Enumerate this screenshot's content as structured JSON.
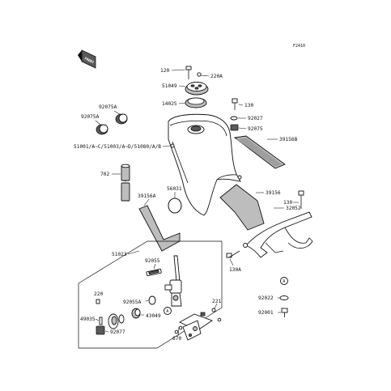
{
  "figure_code": "F2410",
  "front_marker": "FRONT",
  "callout_a": "A",
  "labels": {
    "p120": "120",
    "p220a": "220A",
    "p51049": "51049",
    "p14025": "14025",
    "p130_top": "130",
    "p92027": "92027",
    "p92075": "92075",
    "p39156b": "39156B",
    "p92075a_1": "92075A",
    "p92075a_2": "92075A",
    "p51001": "51001/A~C/51003/A~D/51080/A/B",
    "p702": "702",
    "p56031": "56031",
    "p39156a": "39156A",
    "p39156": "39156",
    "p130_mid": "130",
    "p32052": "32052",
    "p130a": "130A",
    "p51023": "51023",
    "p92055": "92055",
    "p220": "220",
    "p92055a": "92055A",
    "p221": "221",
    "p49035": "49035",
    "p43049": "43049",
    "p92077": "92077",
    "p670": "670",
    "p92022": "92022",
    "p92001": "92001"
  }
}
